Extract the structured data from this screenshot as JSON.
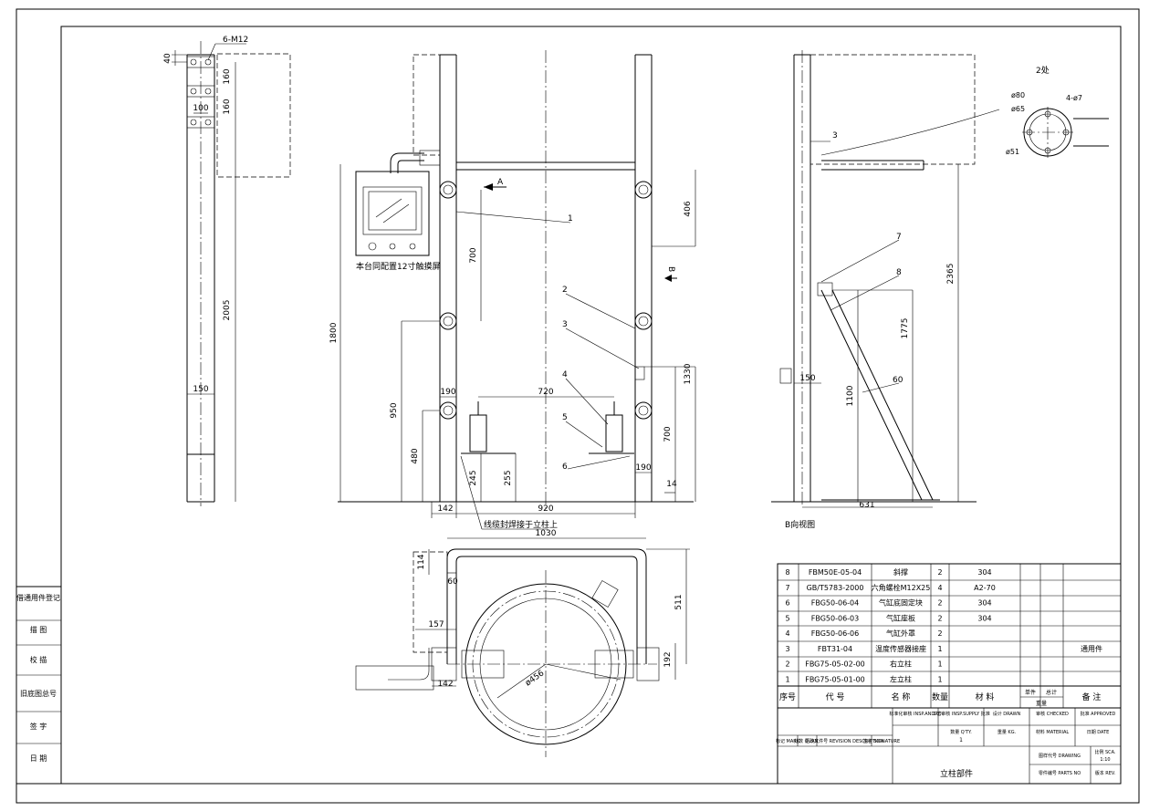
{
  "side_stamp": {
    "rows": [
      "借通用件登记",
      "描 图",
      "校 描",
      "旧底图总号",
      "签 字",
      "日 期"
    ]
  },
  "left_view": {
    "hole_note": "6-M12",
    "dims": [
      "40",
      "160",
      "160",
      "100",
      "2005",
      "150"
    ]
  },
  "front_view": {
    "screen_note": "本台同配置12寸触摸屏",
    "section_a": "A",
    "section_b": "B",
    "leader_note": "线缆封焊接于立柱上",
    "dims": [
      "1800",
      "700",
      "950",
      "480",
      "406",
      "190",
      "720",
      "245",
      "255",
      "1330",
      "700",
      "190",
      "14",
      "142",
      "920"
    ],
    "callouts": [
      "1",
      "2",
      "3",
      "4",
      "5",
      "6"
    ]
  },
  "side_view": {
    "view_label": "B向视图",
    "dims": [
      "3",
      "2365",
      "1775",
      "150",
      "1100",
      "631"
    ],
    "callouts": [
      "7",
      "8"
    ],
    "angle": "60",
    "detail_label": "2处",
    "detail_dims": [
      "ø80",
      "ø65",
      "4-ø7",
      "ø51"
    ]
  },
  "top_view": {
    "dims": [
      "1030",
      "114",
      "60",
      "511",
      "157",
      "192",
      "142",
      "ø456"
    ]
  },
  "bom": {
    "rows": [
      {
        "no": "8",
        "code": "FBM50E-05-04",
        "name": "斜撑",
        "qty": "2",
        "material": "304",
        "note": ""
      },
      {
        "no": "7",
        "code": "GB/T5783-2000",
        "name": "六角螺栓M12X25",
        "qty": "4",
        "material": "A2-70",
        "note": ""
      },
      {
        "no": "6",
        "code": "FBG50-06-04",
        "name": "气缸底固定块",
        "qty": "2",
        "material": "304",
        "note": ""
      },
      {
        "no": "5",
        "code": "FBG50-06-03",
        "name": "气缸座板",
        "qty": "2",
        "material": "304",
        "note": ""
      },
      {
        "no": "4",
        "code": "FBG50-06-06",
        "name": "气缸外罩",
        "qty": "2",
        "material": "",
        "note": ""
      },
      {
        "no": "3",
        "code": "FBT31-04",
        "name": "温度传感器接座",
        "qty": "1",
        "material": "",
        "note": "通用件"
      },
      {
        "no": "2",
        "code": "FBG75-05-02-00",
        "name": "右立柱",
        "qty": "1",
        "material": "",
        "note": ""
      },
      {
        "no": "1",
        "code": "FBG75-05-01-00",
        "name": "左立柱",
        "qty": "1",
        "material": "",
        "note": ""
      }
    ],
    "header": {
      "no": "序号",
      "code": "代 号",
      "name": "名 称",
      "qty": "数量",
      "material": "材 料",
      "single": "单件",
      "total": "总计",
      "weight": "重量",
      "note": "备 注"
    }
  },
  "title_block": {
    "c1": "标准化审核 INSP.ANDRD",
    "c2": "工艺审核 INSP.SUPPLY 批准",
    "c3": "设计 DRAWN",
    "c4": "审核 CHECKED",
    "c5": "批准 APPROVED",
    "c6": "数量 Q'TY.",
    "qty_val": "1",
    "c7": "重量 KG.",
    "c8": "材料 MATERIAL",
    "c9": "日期 DATE",
    "r1": "标记 MARK",
    "r2": "处数 QUAN.",
    "r3": "更改文件号 REVISION DESCRIPTION",
    "r4": "签名 SIGNATURE",
    "title": "立柱部件",
    "drawno": "图样代号 DRAWING",
    "partno": "零件编号 PARTS NO",
    "scale": "比例 SCA.",
    "scale_val": "1:10",
    "rev": "版本 REV."
  }
}
